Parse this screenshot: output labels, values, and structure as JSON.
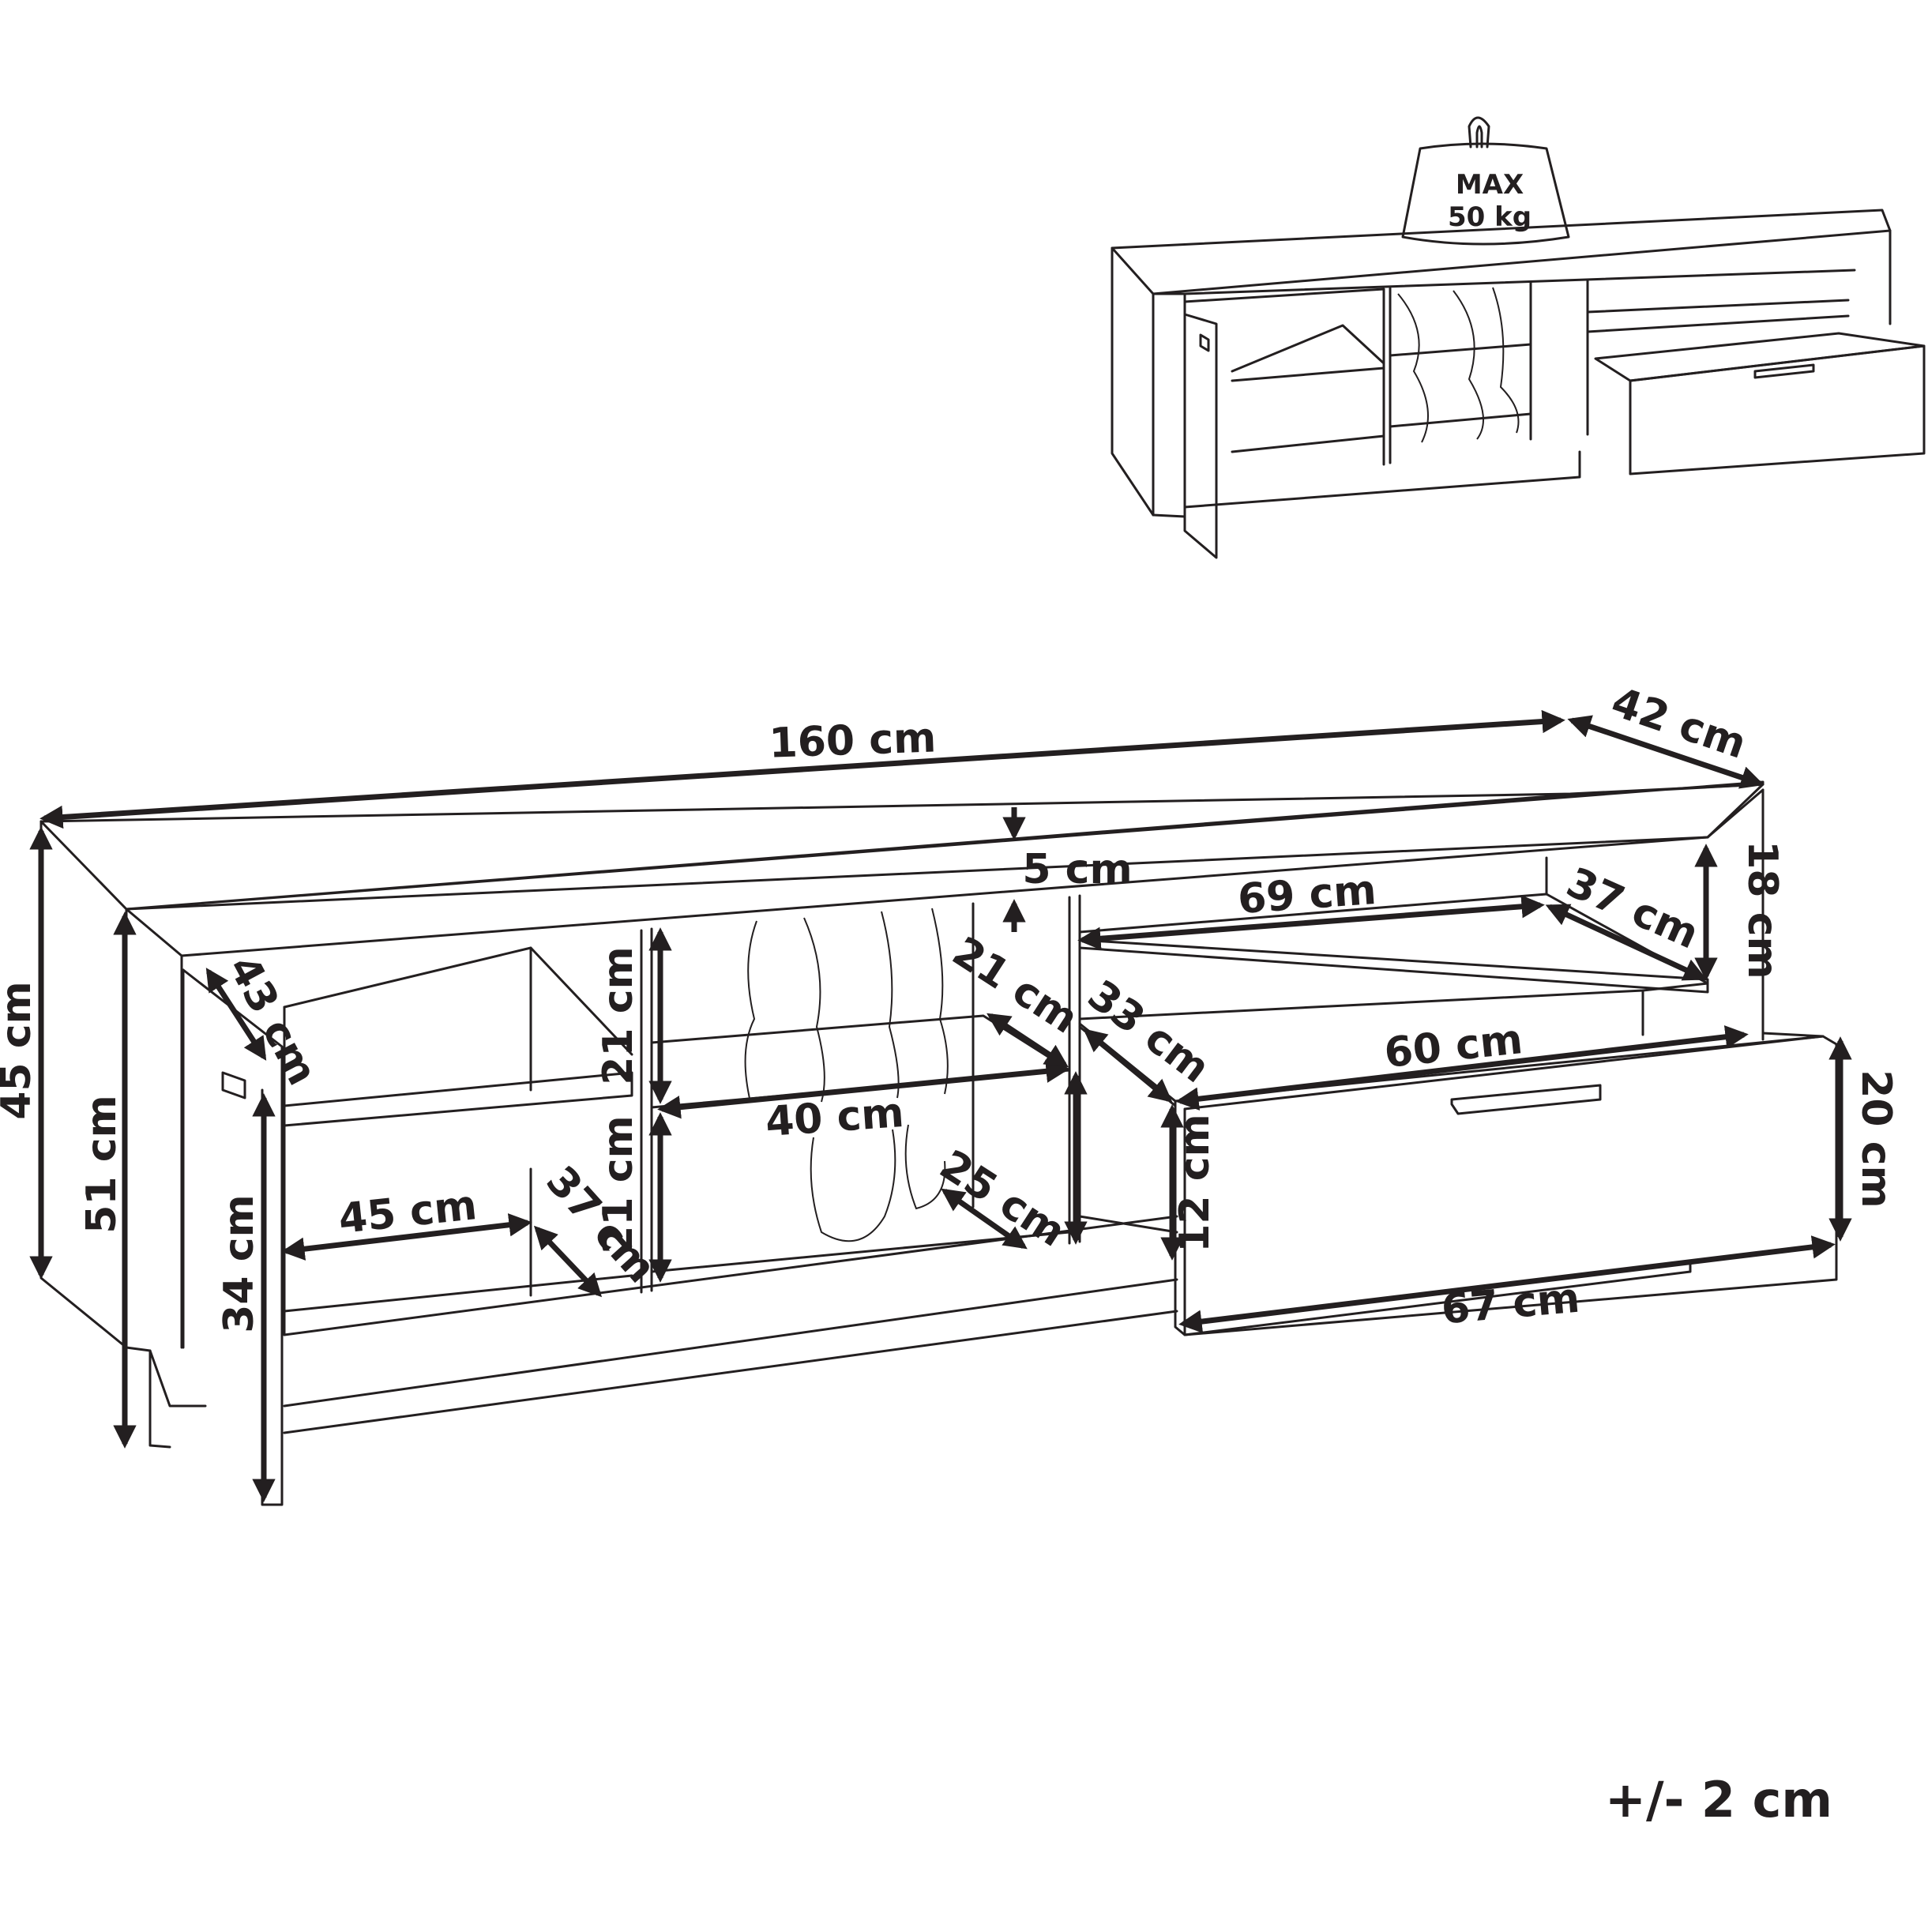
{
  "weight_badge": {
    "line1": "MAX",
    "line2": "50 kg"
  },
  "dimensions": {
    "width": "160 cm",
    "depth": "42 cm",
    "top_thickness": "5 cm",
    "overall_height": "45 cm",
    "body_height": "51 cm",
    "door_width": "43 cm",
    "door_height": "34 cm",
    "left_inner_width": "45 cm",
    "left_inner_depth": "37 cm",
    "middle_upper_height": "21 cm",
    "middle_lower_height": "21 cm",
    "middle_width": "40 cm",
    "middle_shelf_depth": "21 cm",
    "middle_bottom_depth": "25 cm",
    "right_upper_width": "69 cm",
    "right_upper_depth": "37 cm",
    "right_upper_height": "18 cm",
    "drawer_depth": "33 cm",
    "drawer_inner_width": "60 cm",
    "drawer_inner_height": "12 cm",
    "drawer_front_height": "20 cm",
    "drawer_front_width": "67 cm"
  },
  "tolerance": "+/- 2 cm"
}
